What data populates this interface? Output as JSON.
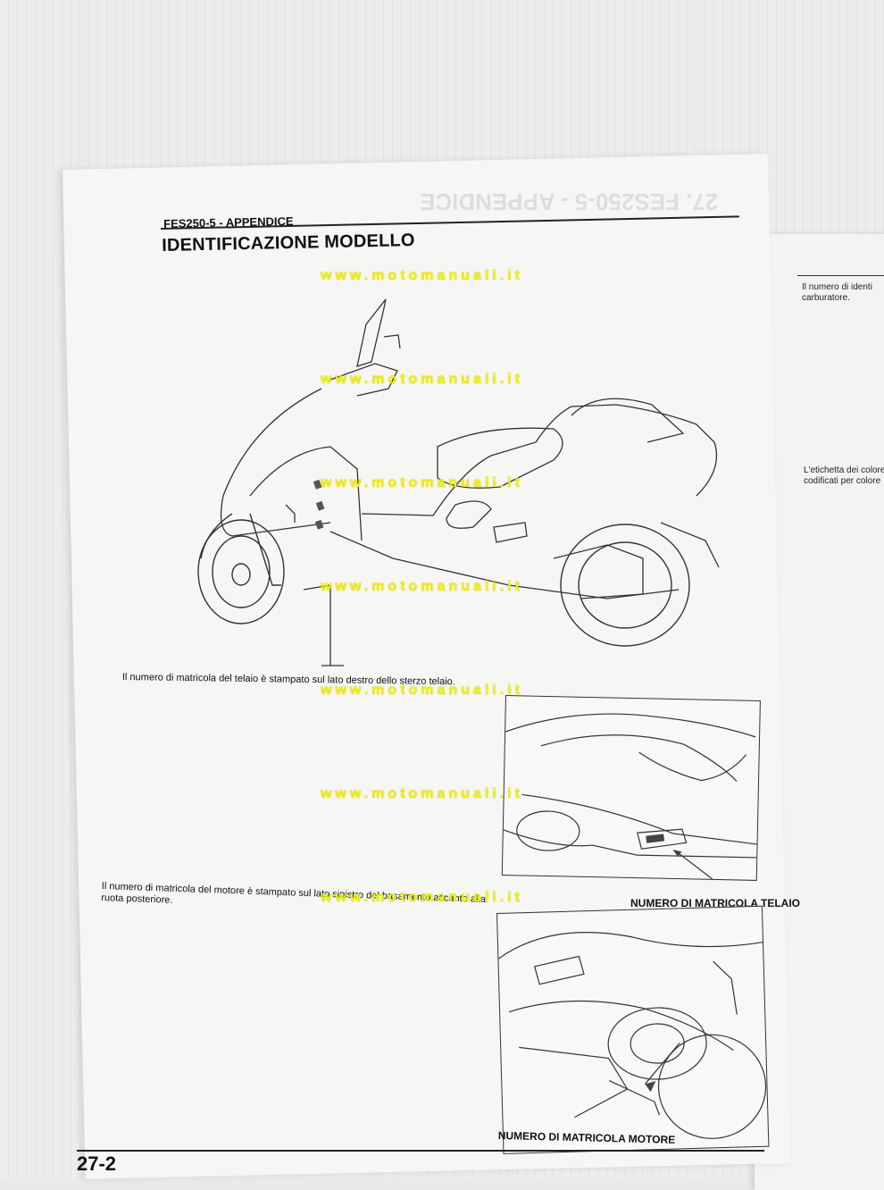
{
  "section_header": "FES250-5 - APPENDICE",
  "title": "IDENTIFICAZIONE MODELLO",
  "captions": {
    "frame": "Il numero di matricola del telaio è stampato sul lato destro dello sterzo telaio.",
    "engine": "Il numero di matricola del motore è stampato sul lato sinistro del basamento accanto alla ruota posteriore."
  },
  "labels": {
    "frame_number": "NUMERO DI MATRICOLA TELAIO",
    "engine_number": "NUMERO DI MATRICOLA MOTORE"
  },
  "page_number": "27-2",
  "right_page": {
    "text1": "Il numero di identi carburatore.",
    "text2": "L'etichetta dei colore codificati per colore"
  },
  "watermark": "www.motomanuali.it"
}
